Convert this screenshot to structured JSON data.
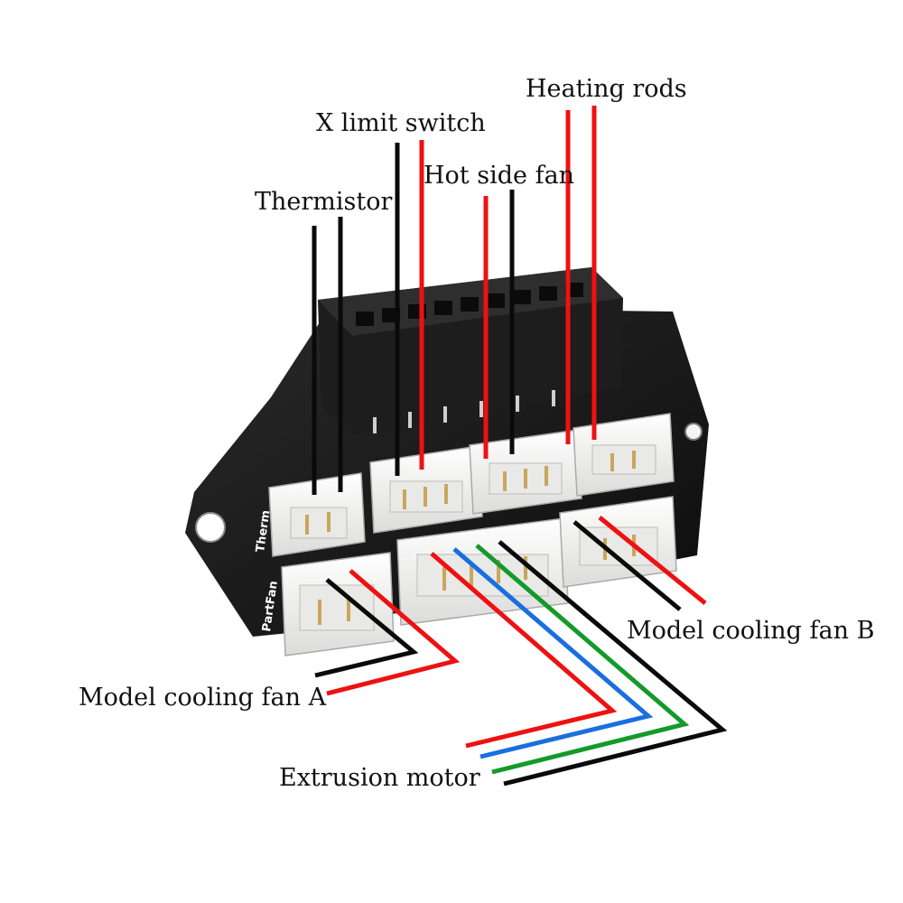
{
  "labels": {
    "heating_rods": "Heating rods",
    "x_limit_switch": "X limit switch",
    "hot_side_fan": "Hot side fan",
    "thermistor": "Thermistor",
    "model_cooling_fan_b": "Model cooling fan B",
    "model_cooling_fan_a": "Model cooling fan A",
    "extrusion_motor": "Extrusion motor"
  },
  "board": {
    "silk_therm": "Therm",
    "silk_partfan": "PartFan"
  },
  "colors": {
    "wire_black": "#0a0a0a",
    "wire_red": "#ee1111",
    "wire_blue": "#1a6fe0",
    "wire_green": "#139a2a",
    "pcb": "#141414",
    "connector": "#f2f2f0"
  }
}
